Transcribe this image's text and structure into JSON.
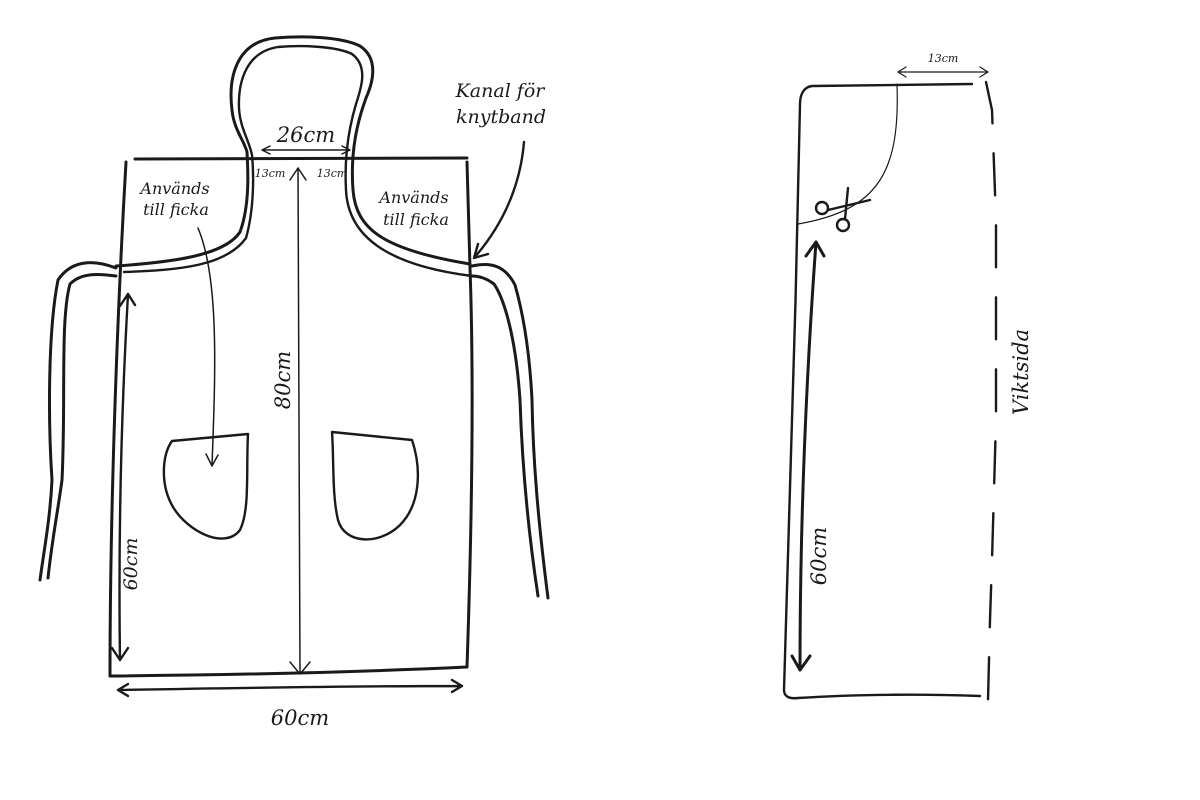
{
  "apron": {
    "neck_width_label": "26cm",
    "half_width_left_label": "13cm",
    "half_width_right_label": "13cm",
    "pocket_note_left_line1": "Används",
    "pocket_note_left_line2": "till ficka",
    "pocket_note_right_line1": "Används",
    "pocket_note_right_line2": "till ficka",
    "channel_note_line1": "Kanal för",
    "channel_note_line2": "knytband",
    "length_label": "80cm",
    "side_length_label": "60cm",
    "bottom_width_label": "60cm"
  },
  "pattern_piece": {
    "top_offset_label": "13cm",
    "fold_label": "Viktsida",
    "length_label": "60cm"
  }
}
